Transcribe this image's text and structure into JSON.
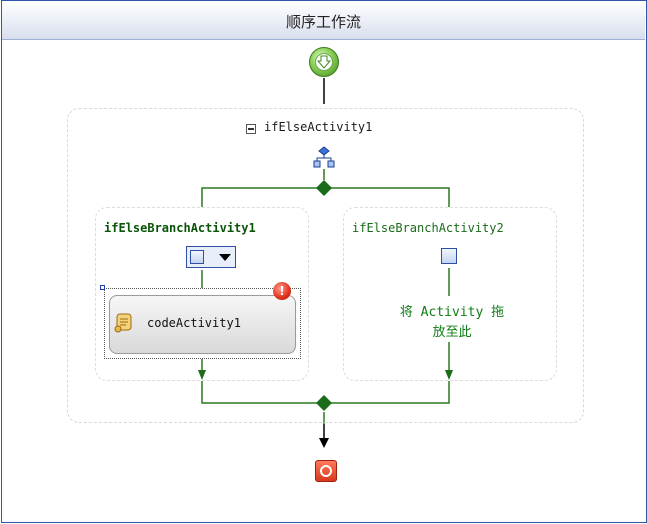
{
  "title": "顺序工作流",
  "ifelse": {
    "label": "ifElseActivity1"
  },
  "branches": [
    {
      "label": "ifElseBranchActivity1"
    },
    {
      "label": "ifElseBranchActivity2"
    }
  ],
  "code_activity": {
    "label": "codeActivity1"
  },
  "error_badge": "!",
  "drop_hint": [
    "将 Activity 拖",
    "放至此"
  ],
  "colors": {
    "connector": "#2a7a1e",
    "title_border": "#2e57a8",
    "hint_text": "#0e7d14"
  },
  "icons": {
    "start": "green-down-arrow-icon",
    "end": "red-stop-icon",
    "ifelse": "ifelse-branch-icon",
    "sequence": "sequence-activity-icon",
    "code": "scroll-icon",
    "error": "error-icon"
  }
}
